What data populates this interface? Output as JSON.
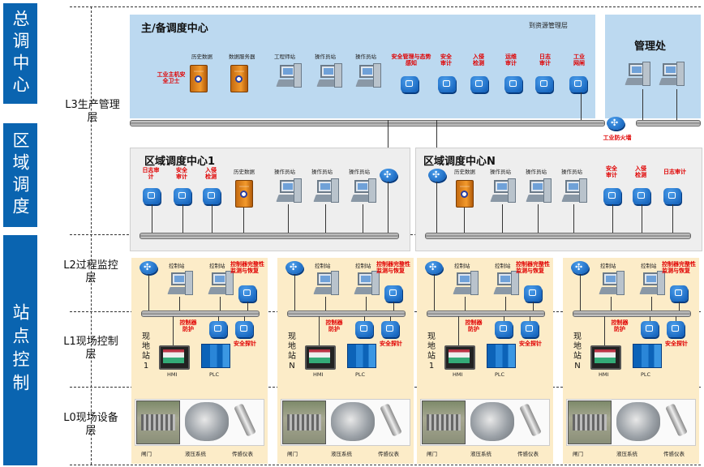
{
  "sidebar": [
    {
      "label": "总调中心"
    },
    {
      "label": "区域调度"
    },
    {
      "label": "站点控制"
    }
  ],
  "layers": {
    "l3": "L3生产管理层",
    "l2": "L2过程监控层",
    "l1": "L1现场控制层",
    "l0": "L0现场设备层"
  },
  "main_center": {
    "title": "主/备调度中心",
    "resource_link": "到资源管理层",
    "guard": "工业主机安全卫士",
    "history": "历史数据",
    "db_server": "数据服务器",
    "eng_station": "工程师站",
    "op_station_1": "操作员站",
    "op_station_2": "操作员站",
    "sec_mgmt": "安全管理与态势感知",
    "sec_audit": "安全审计",
    "intrusion": "入侵检测",
    "ops_audit": "运维审计",
    "log_audit": "日志审计",
    "gatekeeper": "工业网闸"
  },
  "admin": {
    "title": "管理处"
  },
  "firewall": "工业防火墙",
  "region1": {
    "title": "区域调度中心1",
    "log_audit": "日志审计",
    "sec_audit": "安全审计",
    "intrusion": "入侵检测",
    "history": "历史数据",
    "op1": "操作员站",
    "op2": "操作员站",
    "op3": "操作员站"
  },
  "regionN": {
    "title": "区域调度中心N",
    "history": "历史数据",
    "op1": "操作员站",
    "op2": "操作员站",
    "op3": "操作员站",
    "sec_audit": "安全审计",
    "intrusion": "入侵检测",
    "log_audit": "日志审计"
  },
  "site_common": {
    "control_station": "控制站",
    "integrity": "控制器完整性监测与恢复",
    "ctrl_protect": "控制器防护",
    "probe": "安全探针",
    "hmi": "HMI",
    "plc": "PLC",
    "gate": "闸门",
    "hydraulic": "液压系统",
    "sensor": "传感仪表"
  },
  "sites": [
    {
      "name": "现地站1"
    },
    {
      "name": "现地站N"
    },
    {
      "name": "现地站1"
    },
    {
      "name": "现地站N"
    }
  ]
}
